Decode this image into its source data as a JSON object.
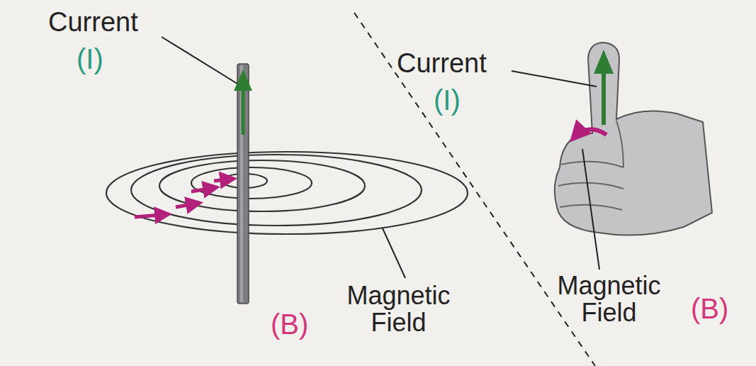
{
  "diagram": {
    "labels": [
      "Current",
      "(I)",
      "Current",
      "(I)",
      "Magnetic Field",
      "(B)",
      "Magnetic Field",
      "(B)"
    ]
  }
}
